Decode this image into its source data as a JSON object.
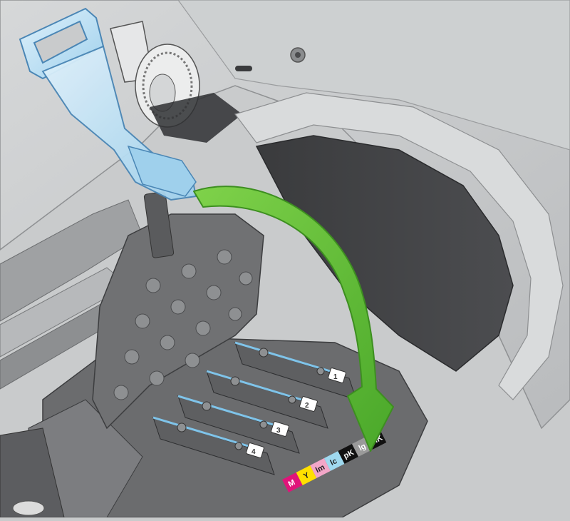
{
  "illustration": {
    "arrow_color": "#6cc23a",
    "latch_color": "#bfe3f6",
    "housing_color": "#6b6c6e",
    "printheads": [
      {
        "code": "1",
        "labels": [
          "mK",
          "lg"
        ]
      },
      {
        "code": "2",
        "labels": [
          "pK",
          "lc"
        ]
      },
      {
        "code": "3",
        "labels": [
          "lm",
          "Y"
        ]
      },
      {
        "code": "4",
        "labels": [
          "M"
        ]
      }
    ],
    "color_labels": [
      {
        "text": "M",
        "color": "#e0147a",
        "text_color": "#ffffff"
      },
      {
        "text": "Y",
        "color": "#ffe000",
        "text_color": "#222222"
      },
      {
        "text": "lm",
        "color": "#f3a6c8",
        "text_color": "#222222"
      },
      {
        "text": "lc",
        "color": "#9fd9ef",
        "text_color": "#222222"
      },
      {
        "text": "pK",
        "color": "#111111",
        "text_color": "#ffffff"
      },
      {
        "text": "lg",
        "color": "#9a9a9a",
        "text_color": "#ffffff"
      },
      {
        "text": "mK",
        "color": "#111111",
        "text_color": "#ffffff"
      }
    ]
  }
}
